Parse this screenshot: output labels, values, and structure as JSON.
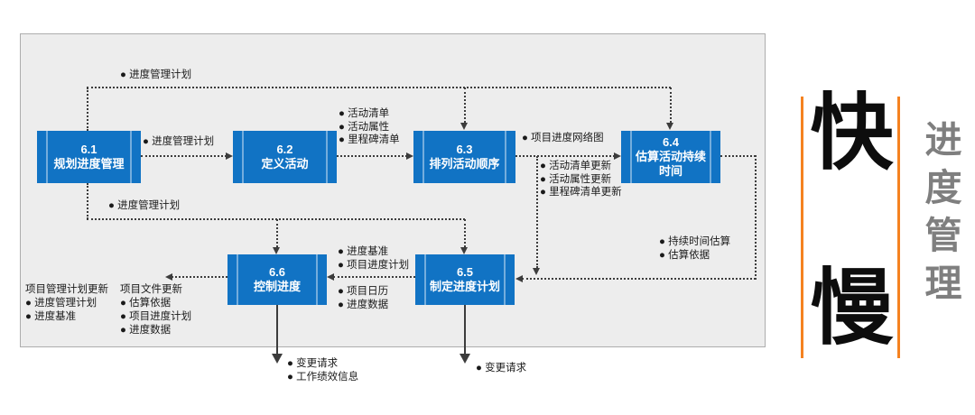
{
  "boxes": [
    {
      "number": "6.1",
      "name": "规划进度管理"
    },
    {
      "number": "6.2",
      "name": "定义活动"
    },
    {
      "number": "6.3",
      "name": "排列活动顺序"
    },
    {
      "number": "6.4",
      "name": "估算活动持续\n时间"
    },
    {
      "number": "6.5",
      "name": "制定进度计划"
    },
    {
      "number": "6.6",
      "name": "控制进度"
    }
  ],
  "flows": {
    "top_loop_label": "● 进度管理计划",
    "f61_62_label": "● 进度管理计划",
    "f62_63_labels": [
      "● 活动清单",
      "● 活动属性",
      "● 里程碑清单"
    ],
    "f63_64_label": "● 项目进度网络图",
    "f63_65_labels": [
      "● 活动清单更新",
      "● 活动属性更新",
      "● 里程碑清单更新"
    ],
    "bottom_loop_label": "● 进度管理计划",
    "f64_65_labels": [
      "● 持续时间估算",
      "● 估算依据"
    ],
    "f65_66_labels_top": [
      "● 进度基准",
      "● 项目进度计划"
    ],
    "f65_66_labels_bottom": [
      "● 项目日历",
      "● 进度数据"
    ],
    "f66_outputs_col1": {
      "header": "项目管理计划更新",
      "items": [
        "● 进度管理计划",
        "● 进度基准"
      ]
    },
    "f66_outputs_col2": {
      "header": "项目文件更新",
      "items": [
        "● 估算依据",
        "● 项目进度计划",
        "● 进度数据"
      ]
    },
    "f66_down_labels": [
      "● 变更请求",
      "● 工作绩效信息"
    ],
    "f65_down_label": "● 变更请求"
  },
  "sidebar": {
    "fast_char": "快",
    "slow_char": "慢",
    "vertical_title": "进度管理"
  },
  "colors": {
    "process_blue": "#1173C4",
    "accent_orange": "#F58220",
    "panel_bg": "#EDEDED",
    "title_gray": "#7F7F7F"
  }
}
